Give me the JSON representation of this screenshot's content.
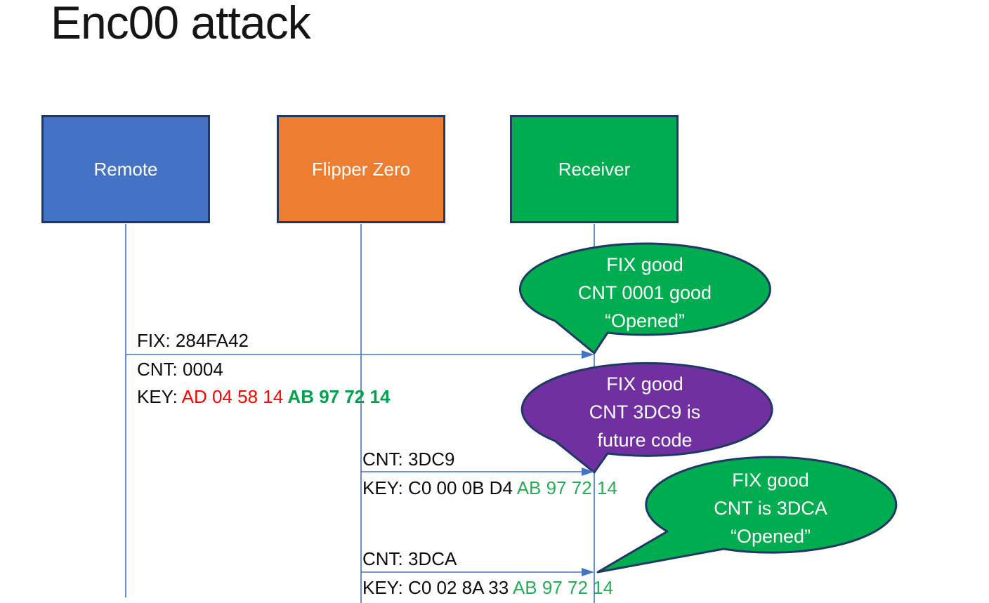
{
  "title": "Enc00 attack",
  "actors": [
    {
      "label": "Remote",
      "color": "#4472C4"
    },
    {
      "label": "Flipper Zero",
      "color": "#ED7D31"
    },
    {
      "label": "Receiver",
      "color": "#00AC50"
    }
  ],
  "messages": [
    {
      "from": "Remote",
      "to": "Receiver",
      "fix": "FIX: 284FA42",
      "cnt": "CNT: 0004",
      "key_prefix": "KEY:",
      "key_red": " AD 04 58 14",
      "key_green": " AB 97 72 14"
    },
    {
      "from": "Flipper Zero",
      "to": "Receiver",
      "cnt": "CNT: 3DC9",
      "key_prefix": "KEY: C0 00 0B D4",
      "key_green": " AB 97 72 14"
    },
    {
      "from": "Flipper Zero",
      "to": "Receiver",
      "cnt": "CNT: 3DCA",
      "key_prefix": "KEY: C0 02 8A 33",
      "key_green": " AB 97 72 14"
    }
  ],
  "callouts": [
    {
      "color": "#00AC50",
      "lines": [
        "FIX good",
        "CNT 0001 good",
        "“Opened”"
      ]
    },
    {
      "color": "#7030A0",
      "lines": [
        "FIX good",
        "CNT 3DC9 is",
        "future code"
      ]
    },
    {
      "color": "#00AC50",
      "lines": [
        "FIX good",
        "CNT is 3DCA",
        "“Opened”"
      ]
    }
  ],
  "colors": {
    "lifeline_blue": "#4472C4",
    "shape_outline": "#1F3864",
    "key_red": "#FF0000",
    "key_green_bold": "#00A14F",
    "key_green": "#27AC58",
    "text_black": "#0D0D0D"
  }
}
